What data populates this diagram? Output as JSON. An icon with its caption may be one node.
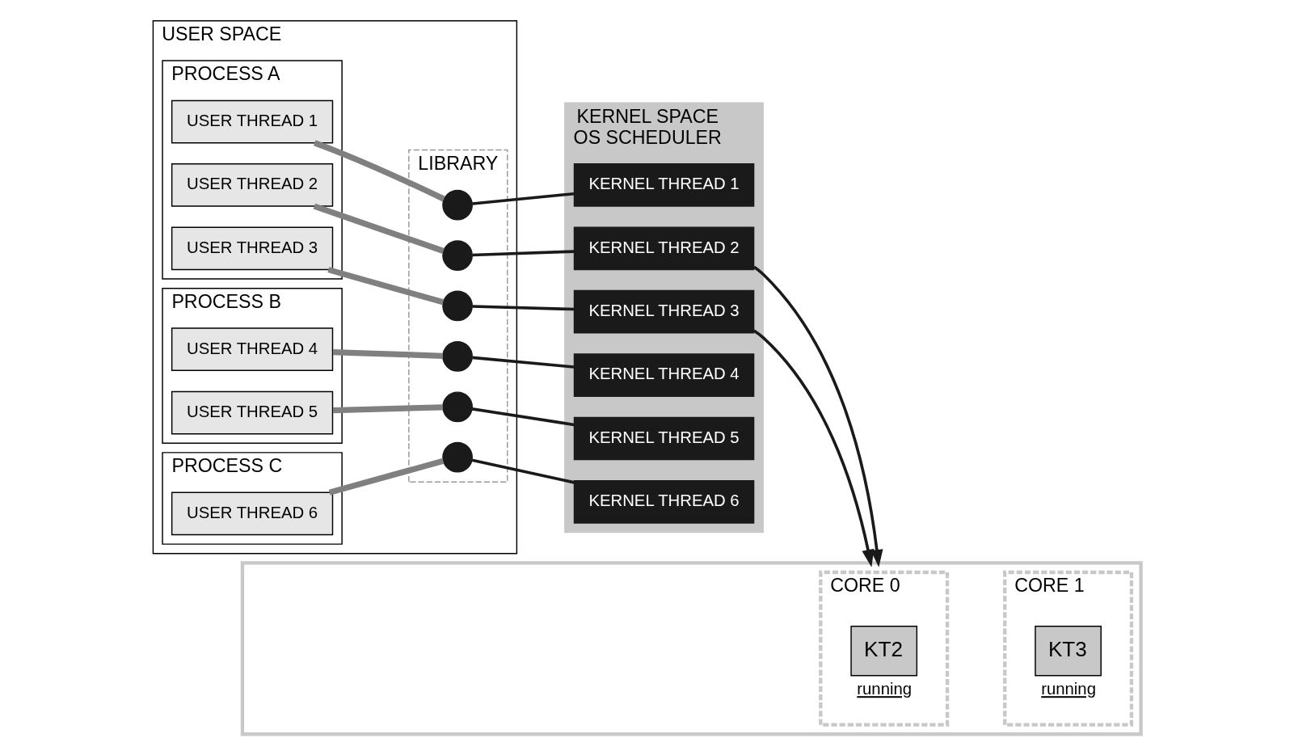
{
  "diagram": {
    "nodes": [
      {
        "text": [
          "USER SPACE"
        ]
      },
      {
        "text": [
          "PROCESS A"
        ],
        "in": 0
      },
      {
        "text": [
          "USER THREAD 1"
        ],
        "in": 1
      },
      {
        "text": [
          "USER THREAD 2"
        ],
        "in": 1
      },
      {
        "text": [
          "USER THREAD 3"
        ],
        "in": 1
      },
      {
        "text": [
          "PROCESS B"
        ],
        "in": 0
      },
      {
        "text": [
          "USER THREAD 4"
        ],
        "in": 5
      },
      {
        "text": [
          "USER THREAD 5"
        ],
        "in": 5
      },
      {
        "text": [
          "PROCESS C"
        ],
        "in": 0
      },
      {
        "text": [
          "USER THREAD 6"
        ],
        "in": 8
      },
      {
        "text": [
          "LIBRARY"
        ],
        "in": 0
      },
      {
        "text": [],
        "shape": "circle",
        "in": 10
      },
      {
        "text": [],
        "shape": "circle",
        "in": 10
      },
      {
        "text": [],
        "shape": "circle",
        "in": 10
      },
      {
        "text": [],
        "shape": "circle",
        "in": 10
      },
      {
        "text": [],
        "shape": "circle",
        "in": 10
      },
      {
        "text": [],
        "shape": "circle",
        "in": 10
      },
      {
        "text": [
          "KERNEL SPACE",
          "OS SCHEDULER"
        ]
      },
      {
        "text": [
          "KERNEL THREAD 1"
        ],
        "in": 17
      },
      {
        "text": [
          "KERNEL THREAD 2"
        ],
        "in": 17
      },
      {
        "text": [
          "KERNEL THREAD 3"
        ],
        "in": 17
      },
      {
        "text": [
          "KERNEL THREAD 4"
        ],
        "in": 17
      },
      {
        "text": [
          "KERNEL THREAD 5"
        ],
        "in": 17
      },
      {
        "text": [
          "KERNEL THREAD 6"
        ],
        "in": 17
      },
      {
        "text": [],
        "shape": "box"
      },
      {
        "text": [
          "CORE 0"
        ],
        "in": 24
      },
      {
        "text": [
          "KT2"
        ],
        "beside": [
          "running"
        ],
        "in": 25
      },
      {
        "text": [
          "CORE 1"
        ],
        "in": 24
      },
      {
        "text": [
          "KT3"
        ],
        "beside": [
          "running"
        ],
        "in": 27
      }
    ],
    "edges": [
      {
        "from": 2,
        "to": 11,
        "arrow": "none",
        "style": "thick",
        "color": "#808080"
      },
      {
        "from": 11,
        "to": 18,
        "arrow": "none"
      },
      {
        "from": 3,
        "to": 12,
        "arrow": "none",
        "style": "thick",
        "color": "#808080"
      },
      {
        "from": 12,
        "to": 19,
        "arrow": "none"
      },
      {
        "from": 4,
        "to": 13,
        "arrow": "none",
        "style": "thick",
        "color": "#808080"
      },
      {
        "from": 13,
        "to": 20,
        "arrow": "none"
      },
      {
        "from": 6,
        "to": 14,
        "arrow": "none",
        "style": "thick",
        "color": "#808080"
      },
      {
        "from": 14,
        "to": 21,
        "arrow": "none"
      },
      {
        "from": 7,
        "to": 15,
        "arrow": "none",
        "style": "thick",
        "color": "#808080"
      },
      {
        "from": 15,
        "to": 22,
        "arrow": "none"
      },
      {
        "from": 9,
        "to": 16,
        "arrow": "none",
        "style": "thick",
        "color": "#808080"
      },
      {
        "from": 16,
        "to": 23,
        "arrow": "none"
      },
      {
        "from": 19,
        "to": 24,
        "arrow": "to"
      },
      {
        "from": 20,
        "to": 24,
        "arrow": "to"
      }
    ]
  }
}
